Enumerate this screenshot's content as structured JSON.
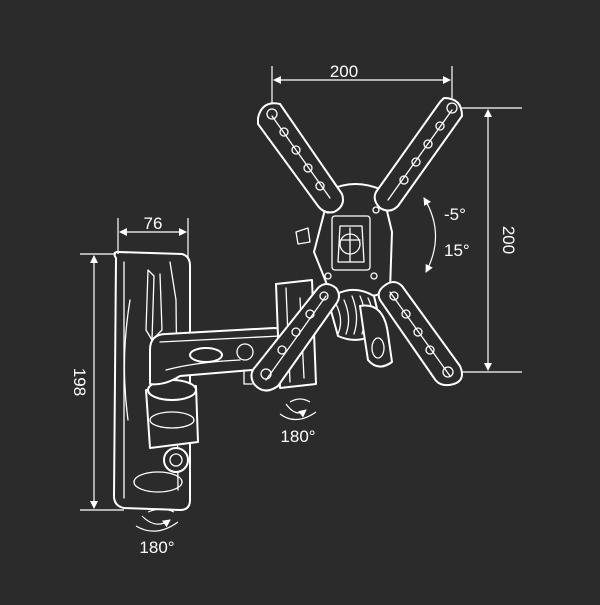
{
  "dimensions": {
    "vesa_width": "200",
    "vesa_height": "200",
    "wall_plate_width": "76",
    "wall_plate_height": "198"
  },
  "tilt": {
    "down": "-5°",
    "up": "15°"
  },
  "swivel": {
    "arm": "180°",
    "wall": "180°"
  }
}
